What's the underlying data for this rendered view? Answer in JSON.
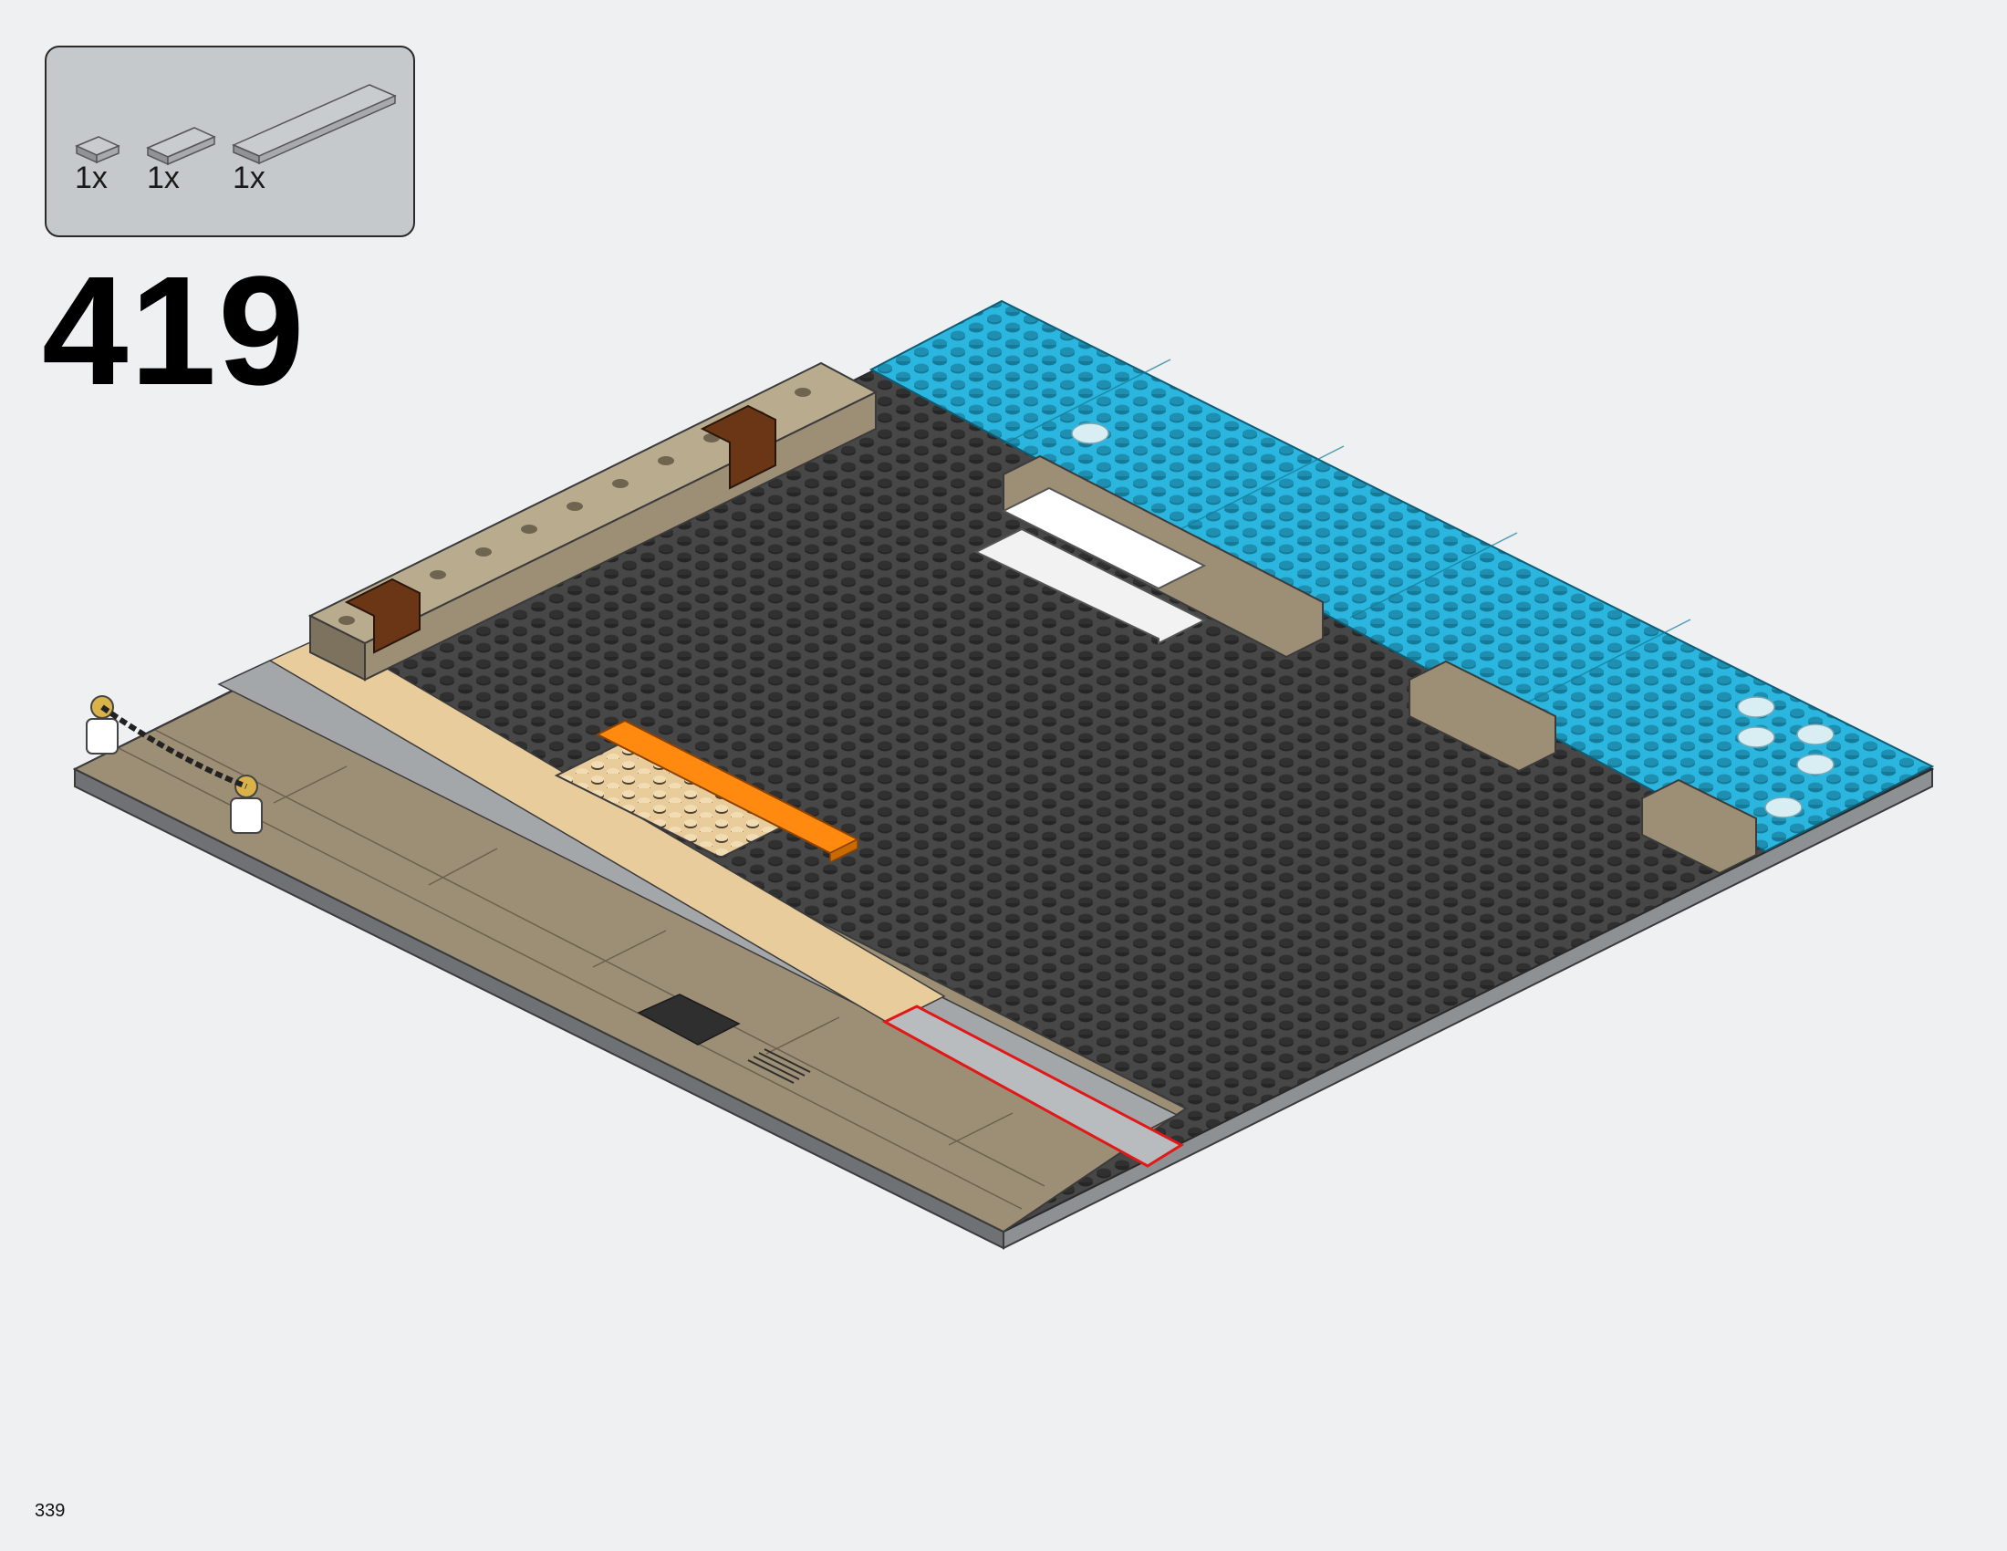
{
  "parts_list": {
    "items": [
      {
        "name": "light-bluish-gray-tile-1x1",
        "qty": "1x"
      },
      {
        "name": "light-bluish-gray-tile-1x2",
        "qty": "1x"
      },
      {
        "name": "light-bluish-gray-tile-1x6",
        "qty": "1x"
      }
    ]
  },
  "step": {
    "number": "419"
  },
  "page": {
    "number": "339"
  },
  "colors": {
    "baseplate": "#474747",
    "water": "#2ab6de",
    "tan": "#e9cc9c",
    "dark_tan": "#9c8f76",
    "light_gray": "#a4a7aa",
    "reddish_brown": "#6b3615",
    "orange": "#ff8a0f",
    "white": "#ffffff",
    "callout": "#e01818"
  }
}
